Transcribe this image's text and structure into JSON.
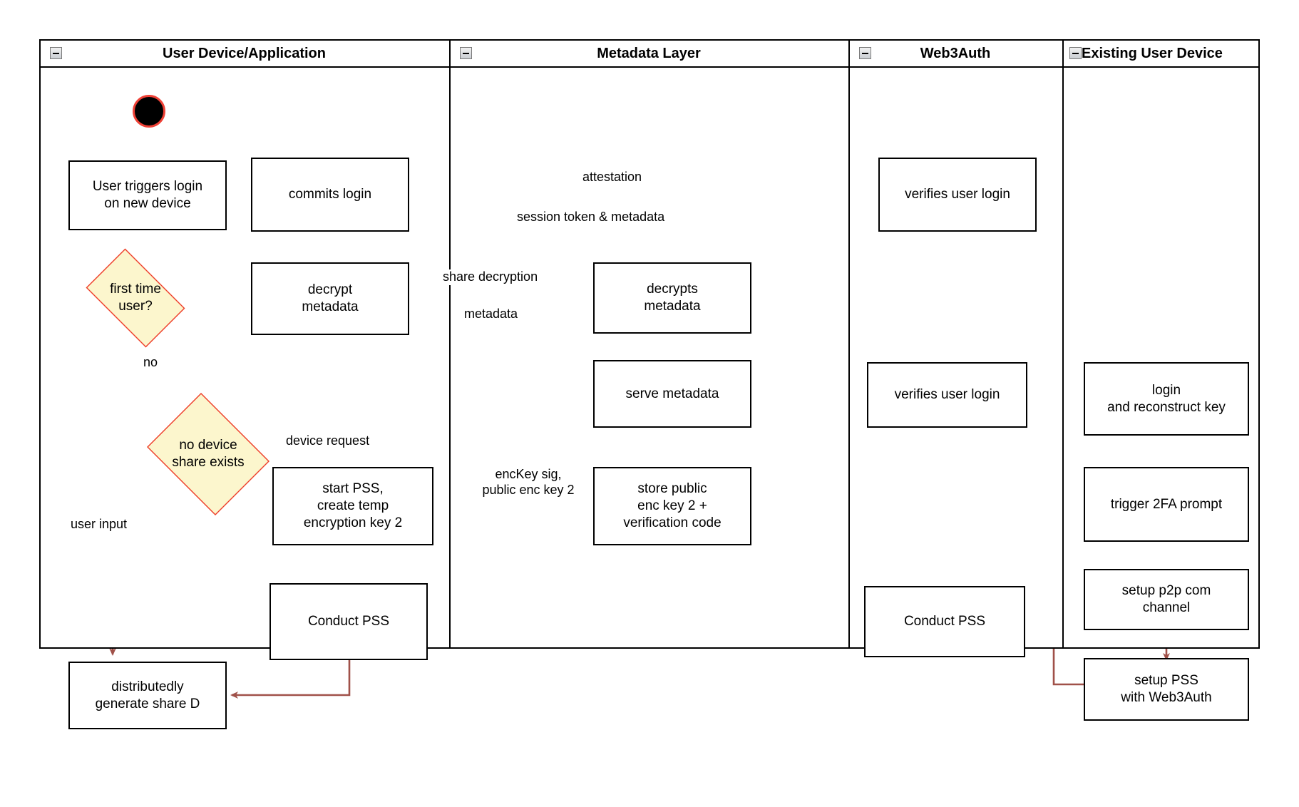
{
  "diagram": {
    "title": "Web3Auth new-device login swimlane activity diagram",
    "colors": {
      "edge": "#a05149",
      "node_border": "#000000",
      "node_fill": "#ffffff",
      "decision_fill": "#fcf6cd",
      "decision_border": "#ee3d2a",
      "start_fill": "#000000",
      "start_border": "#ef4136",
      "lane_border": "#000000",
      "text": "#000000"
    },
    "lanes": [
      {
        "id": "lane-user-device",
        "label": "User Device/Application",
        "icon": "collapse-icon"
      },
      {
        "id": "lane-metadata-layer",
        "label": "Metadata Layer",
        "icon": "collapse-icon"
      },
      {
        "id": "lane-web3auth",
        "label": "Web3Auth",
        "icon": "collapse-icon"
      },
      {
        "id": "lane-existing-user-device",
        "label": "Existing User Device",
        "icon": "collapse-icon"
      }
    ],
    "nodes": [
      {
        "id": "start",
        "type": "start",
        "lane": 0,
        "label": ""
      },
      {
        "id": "user-triggers-login",
        "type": "activity",
        "lane": 0,
        "label": "User triggers login\non new device"
      },
      {
        "id": "commits-login",
        "type": "activity",
        "lane": 0,
        "label": "commits login"
      },
      {
        "id": "verifies-user-login-1",
        "type": "activity",
        "lane": 2,
        "label": "verifies user login"
      },
      {
        "id": "decrypt-metadata",
        "type": "activity",
        "lane": 0,
        "label": "decrypt\nmetadata"
      },
      {
        "id": "decrypts-metadata",
        "type": "activity",
        "lane": 1,
        "label": "decrypts\nmetadata"
      },
      {
        "id": "first-time-user",
        "type": "decision",
        "lane": 0,
        "label": "first time\nuser?"
      },
      {
        "id": "serve-metadata",
        "type": "activity",
        "lane": 1,
        "label": "serve metadata"
      },
      {
        "id": "verifies-user-login-2",
        "type": "activity",
        "lane": 2,
        "label": "verifies user login"
      },
      {
        "id": "login-and-reconstruct-key",
        "type": "activity",
        "lane": 3,
        "label": "login\nand reconstruct key"
      },
      {
        "id": "no-device-share-exists",
        "type": "decision",
        "lane": 0,
        "label": "no device\nshare exists"
      },
      {
        "id": "start-pss-create-temp-key",
        "type": "activity",
        "lane": 0,
        "label": "start PSS,\ncreate temp\nencryption key 2"
      },
      {
        "id": "store-public-enc-key",
        "type": "activity",
        "lane": 1,
        "label": "store public\nenc key 2 +\nverification code"
      },
      {
        "id": "trigger-2fa-prompt",
        "type": "activity",
        "lane": 3,
        "label": "trigger 2FA prompt"
      },
      {
        "id": "setup-p2p-com-channel",
        "type": "activity",
        "lane": 3,
        "label": "setup p2p com\nchannel"
      },
      {
        "id": "conduct-pss-user",
        "type": "activity",
        "lane": 0,
        "label": "Conduct PSS"
      },
      {
        "id": "conduct-pss-web3auth",
        "type": "activity",
        "lane": 2,
        "label": "Conduct PSS"
      },
      {
        "id": "setup-pss-with-web3auth",
        "type": "activity",
        "lane": 3,
        "label": "setup PSS\nwith Web3Auth"
      },
      {
        "id": "distributedly-generate-share-d",
        "type": "activity",
        "lane": 0,
        "label": "distributedly\ngenerate share D"
      }
    ],
    "edge_labels": [
      {
        "id": "attestation",
        "text": "attestation"
      },
      {
        "id": "session-token-metadata",
        "text": "session token & metadata"
      },
      {
        "id": "share-decryption",
        "text": "share decryption"
      },
      {
        "id": "metadata",
        "text": "metadata"
      },
      {
        "id": "no",
        "text": "no"
      },
      {
        "id": "device-request",
        "text": "device request"
      },
      {
        "id": "user-input",
        "text": "user input"
      },
      {
        "id": "enckey-sig-public-enc-key-2",
        "text": "encKey sig,\npublic enc key 2"
      }
    ]
  }
}
